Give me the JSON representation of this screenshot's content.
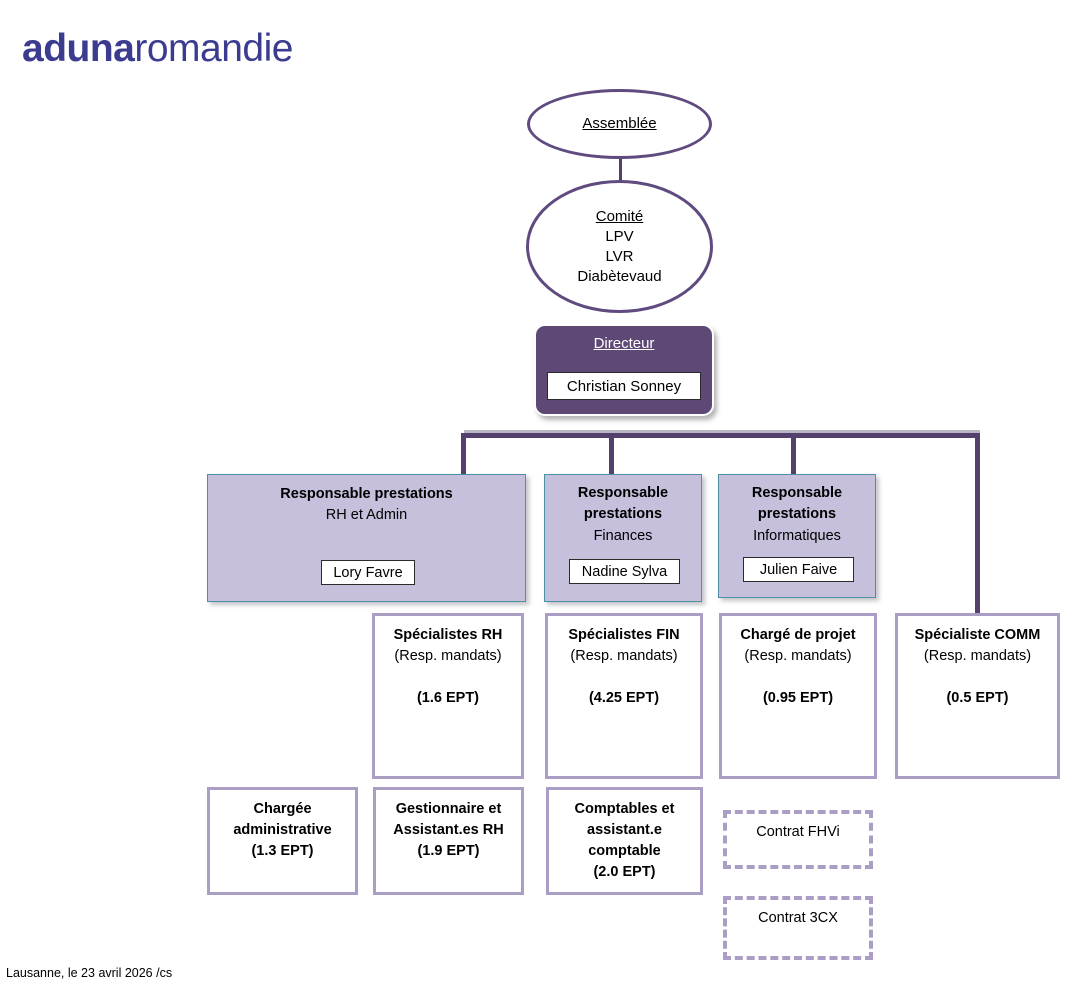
{
  "logo": {
    "bold": "aduna",
    "regular": "romandie",
    "color": "#3b3b8f"
  },
  "colors": {
    "ellipse_border": "#5f4b7f",
    "director_fill": "#5d4876",
    "responsable_fill": "#c6c0dc",
    "responsable_border": "#4d8fa3",
    "box_border": "#aa9ec4",
    "connector": "#53406c"
  },
  "chart": {
    "assemblee": {
      "title": "Assemblée"
    },
    "comite": {
      "title": "Comité",
      "members": [
        "LPV",
        "LVR",
        "Diabètevaud"
      ]
    },
    "directeur": {
      "title": "Directeur",
      "name": "Christian Sonney"
    },
    "responsables": [
      {
        "title": "Responsable prestations",
        "sub": "RH et Admin",
        "name": "Lory Favre"
      },
      {
        "title": "Responsable prestations",
        "sub": "Finances",
        "name": "Nadine Sylva"
      },
      {
        "title": "Responsable prestations",
        "sub": "Informatiques",
        "name": "Julien Faive"
      }
    ],
    "specialists": [
      {
        "title": "Spécialistes  RH",
        "sub": "(Resp. mandats)",
        "ept": "(1.6 EPT)"
      },
      {
        "title": "Spécialistes FIN",
        "sub": "(Resp. mandats)",
        "ept": "(4.25 EPT)"
      },
      {
        "title": "Chargé de projet",
        "sub": "(Resp. mandats)",
        "ept": "(0.95 EPT)"
      },
      {
        "title": "Spécialiste COMM",
        "sub": "(Resp. mandats)",
        "ept": "(0.5 EPT)"
      }
    ],
    "staff": [
      {
        "line1": "Chargée",
        "line2": "administrative",
        "line3": "(1.3 EPT)",
        "line4": ""
      },
      {
        "line1": "Gestionnaire et",
        "line2": "Assistant.es RH",
        "line3": "(1.9 EPT)",
        "line4": ""
      },
      {
        "line1": "Comptables et",
        "line2": "assistant.e",
        "line3": "comptable",
        "line4": "(2.0 EPT)"
      }
    ],
    "contracts": [
      {
        "label": "Contrat FHVi"
      },
      {
        "label": "Contrat 3CX"
      }
    ]
  },
  "footer": {
    "text": "Lausanne, le 23 avril 2026 /cs"
  }
}
